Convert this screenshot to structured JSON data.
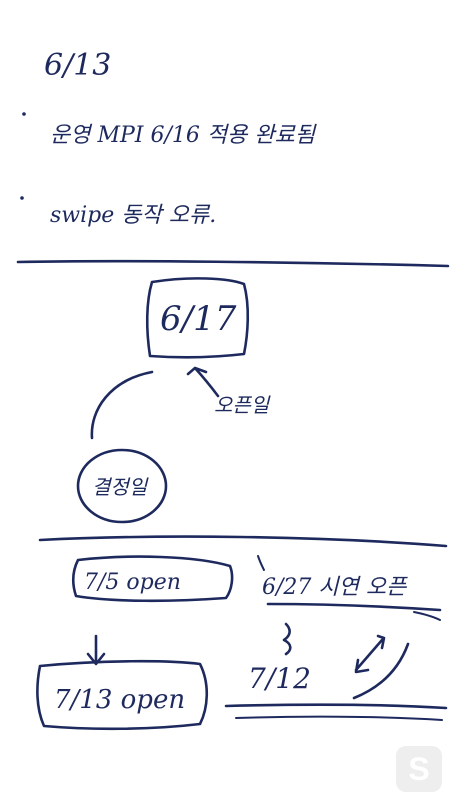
{
  "note": {
    "date": "6/13",
    "bullets": [
      "운영 MPI 6/16 적용 완료됨",
      "swipe 동작 오류."
    ],
    "flow": {
      "milestone": "6/17",
      "arrow_label": "오픈일",
      "source_circle": "결정일"
    },
    "timeline": {
      "left_top": "7/5 open",
      "left_bottom": "7/13 open",
      "right_top": "6/27 시연 오픈",
      "right_bottom": "7/12"
    }
  },
  "app": {
    "fab_label": "S",
    "fab_icon": "s-pen-icon"
  }
}
